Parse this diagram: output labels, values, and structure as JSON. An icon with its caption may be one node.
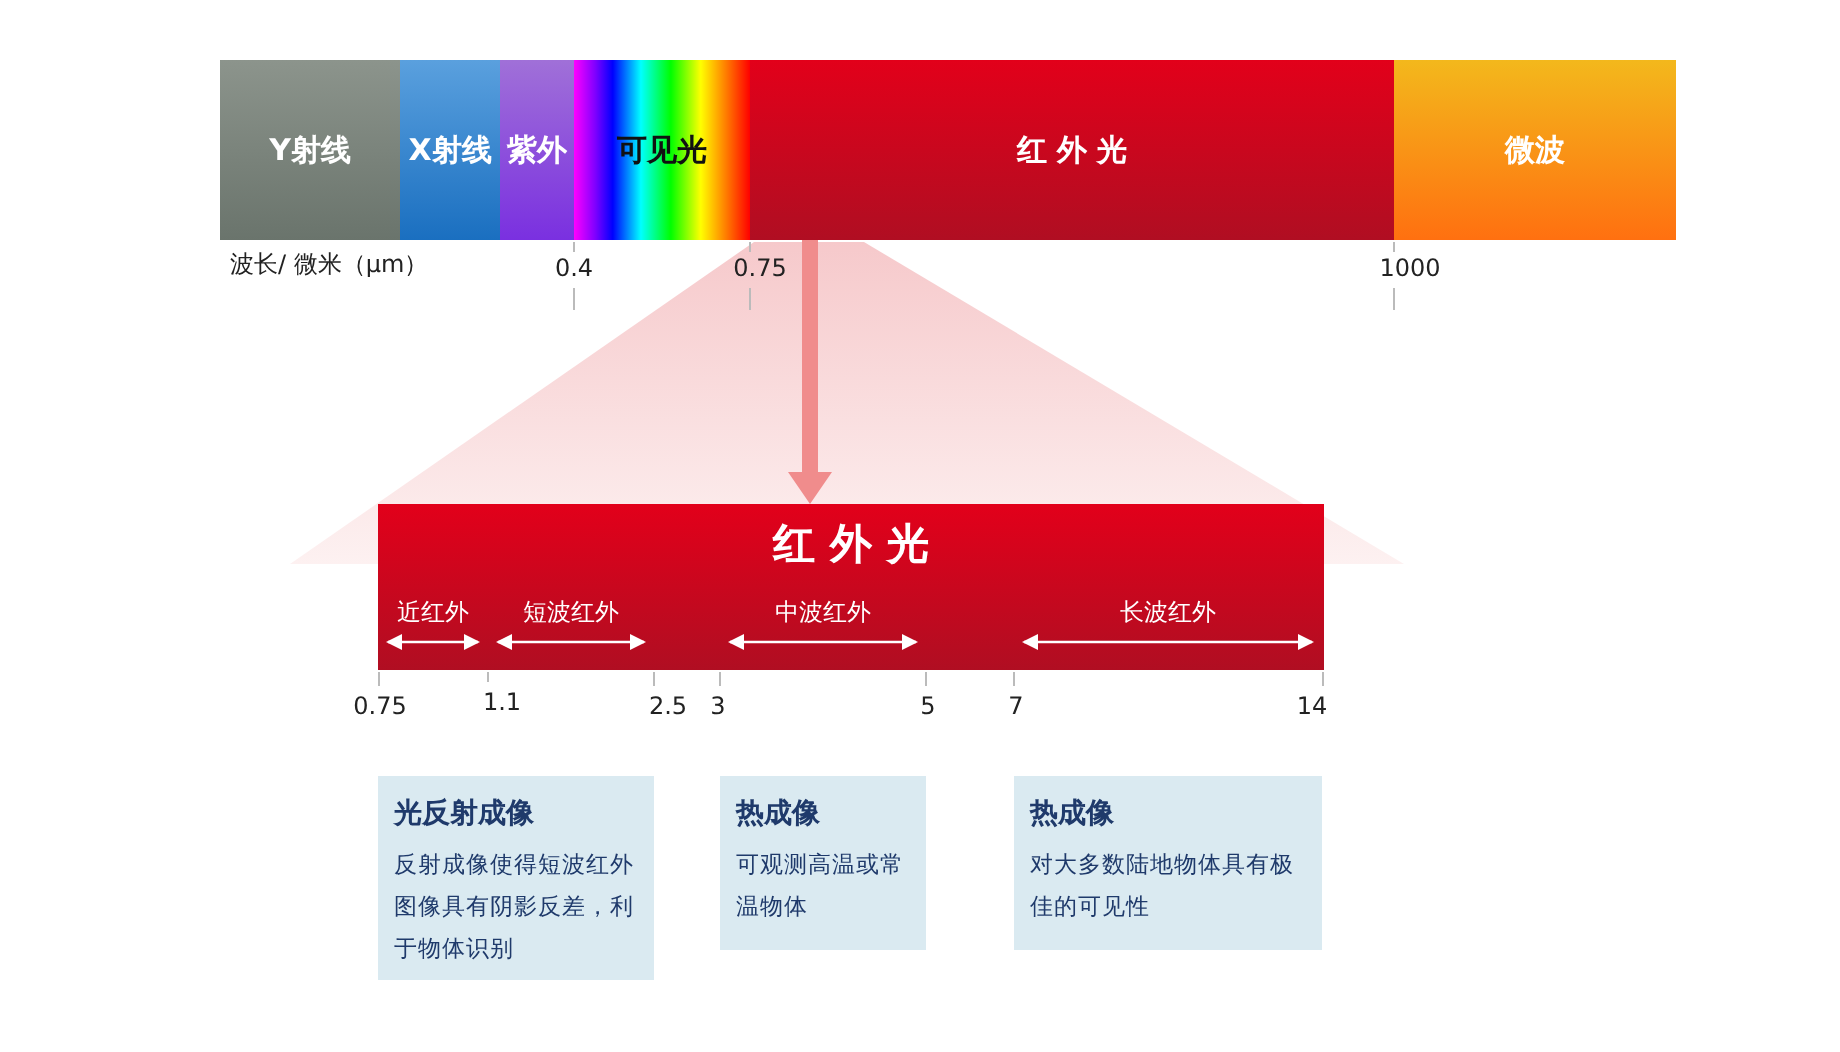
{
  "diagram": {
    "nodes": [
      {
        "text": [
          "Y射线"
        ]
      },
      {
        "text": [
          "X射线"
        ]
      },
      {
        "text": [
          "紫外"
        ]
      },
      {
        "text": [
          "可见光"
        ]
      },
      {
        "text": [
          "红 外 光"
        ]
      },
      {
        "text": [
          "微波"
        ]
      },
      {
        "text": [
          "红 外 光"
        ]
      },
      {
        "text": [
          "近红外"
        ],
        "in": 6
      },
      {
        "text": [
          "短波红外"
        ],
        "in": 6
      },
      {
        "text": [
          "中波红外"
        ],
        "in": 6
      },
      {
        "text": [
          "长波红外"
        ],
        "in": 6
      },
      {
        "text": [
          "光反射成像",
          "反射成像使得短波红外图像具有阴影反差，利于物体识别"
        ]
      },
      {
        "text": [
          "热成像",
          "可观测高温或常温物体"
        ]
      },
      {
        "text": [
          "热成像",
          "对大多数陆地物体具有极佳的可见性"
        ]
      }
    ],
    "edges": [
      {
        "from": 4,
        "to": 6,
        "arrow": "to"
      }
    ],
    "labels": [
      "波长/ 微米（μm）",
      "0.4",
      "0.75",
      "1000",
      "0.75",
      "1.1",
      "2.5",
      "3",
      "5",
      "7",
      "14"
    ]
  }
}
